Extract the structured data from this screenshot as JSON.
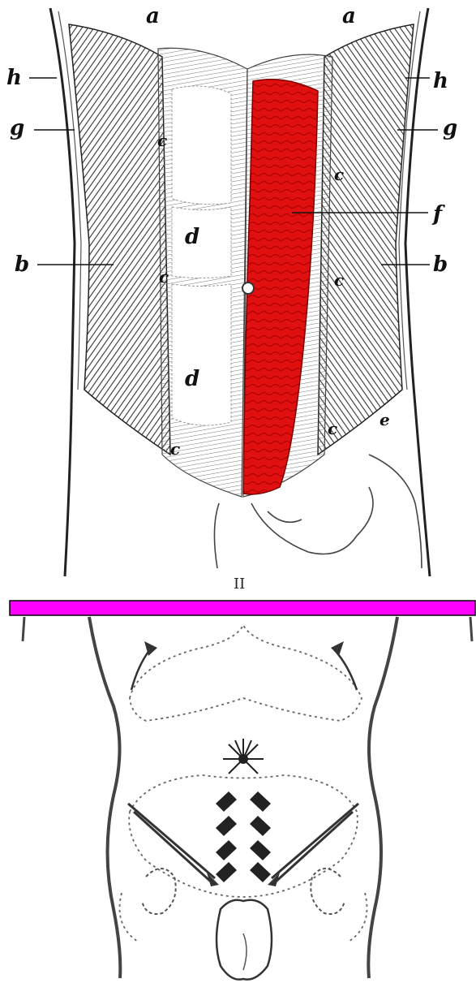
{
  "top_figure": {
    "numeral": "II",
    "labels": {
      "a_left": "a",
      "a_right": "a",
      "h_left": "h",
      "h_right": "h",
      "g_left": "g",
      "g_right": "g",
      "c_upper_left": "c",
      "c_mid_left": "c",
      "c_lower_left": "c",
      "c_upper_right": "c",
      "c_mid_right": "c",
      "c_lower_right": "c",
      "d_upper": "d",
      "d_lower": "d",
      "b_left": "b",
      "b_right": "b",
      "f_right": "f",
      "e_right": "e"
    }
  },
  "colors": {
    "highlight_muscle": "#e01010",
    "divider_bar": "#ff00ff",
    "ink": "#2a2a2a",
    "page": "#ffffff"
  }
}
